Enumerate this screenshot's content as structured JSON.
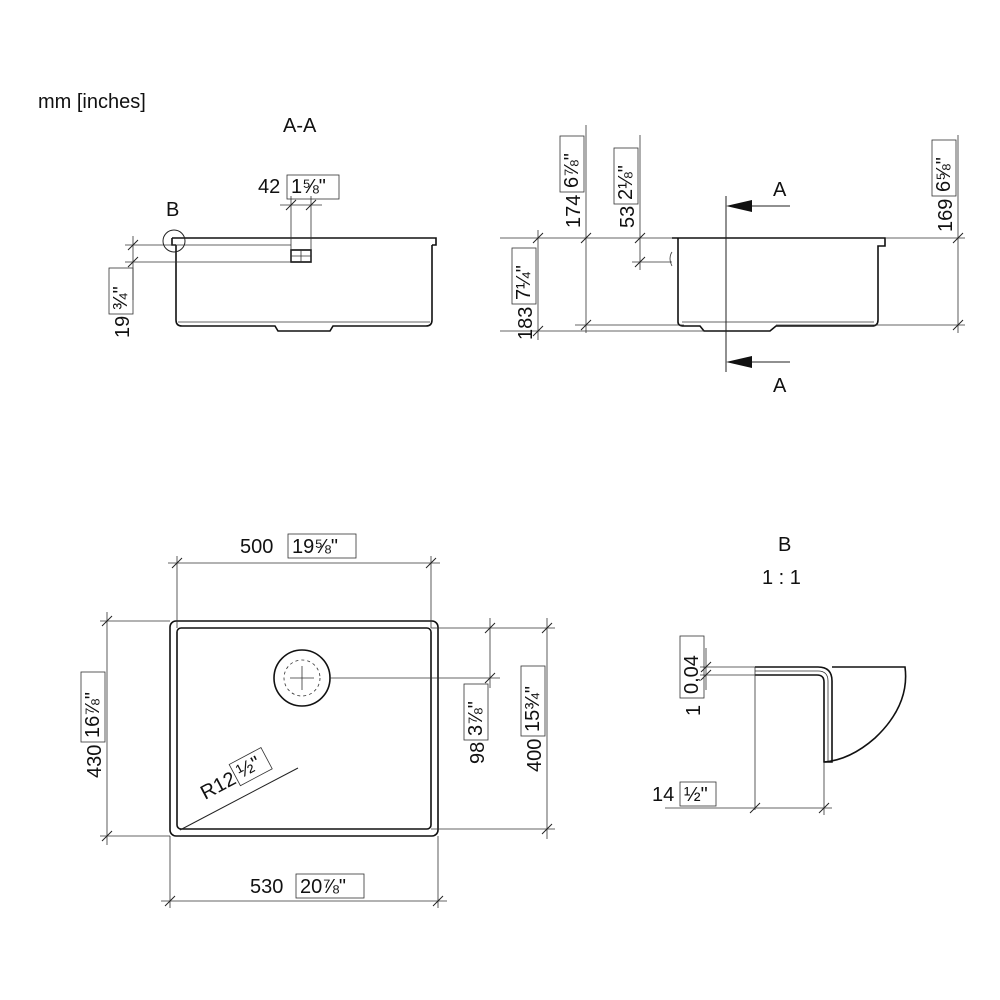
{
  "units_label": "mm [inches]",
  "section_view": {
    "title": "A-A",
    "detail_marker": "B",
    "dim_drain_width": "42",
    "dim_drain_width_in": "1⅝\"",
    "dim_rim_height": "19",
    "dim_rim_height_in": "¾\""
  },
  "side_view": {
    "dim_174": "174",
    "dim_174_in": "6⅞\"",
    "dim_53": "53",
    "dim_53_in": "2⅛\"",
    "dim_183": "183",
    "dim_183_in": "7¼\"",
    "dim_169": "169",
    "dim_169_in": "6⅝\"",
    "cut_label_top": "A",
    "cut_label_bottom": "A"
  },
  "plan_view": {
    "dim_500": "500",
    "dim_500_in": "19⅝\"",
    "dim_430": "430",
    "dim_430_in": "16⅞\"",
    "dim_98": "98",
    "dim_98_in": "3⅞\"",
    "dim_400": "400",
    "dim_400_in": "15¾\"",
    "dim_radius": "R12",
    "dim_radius_in": "½\"",
    "dim_530": "530",
    "dim_530_in": "20⅞\""
  },
  "detail_view": {
    "title": "B",
    "scale": "1 : 1",
    "dim_1": "1",
    "dim_1_in": "0,04",
    "dim_14": "14",
    "dim_14_in": "½\""
  }
}
